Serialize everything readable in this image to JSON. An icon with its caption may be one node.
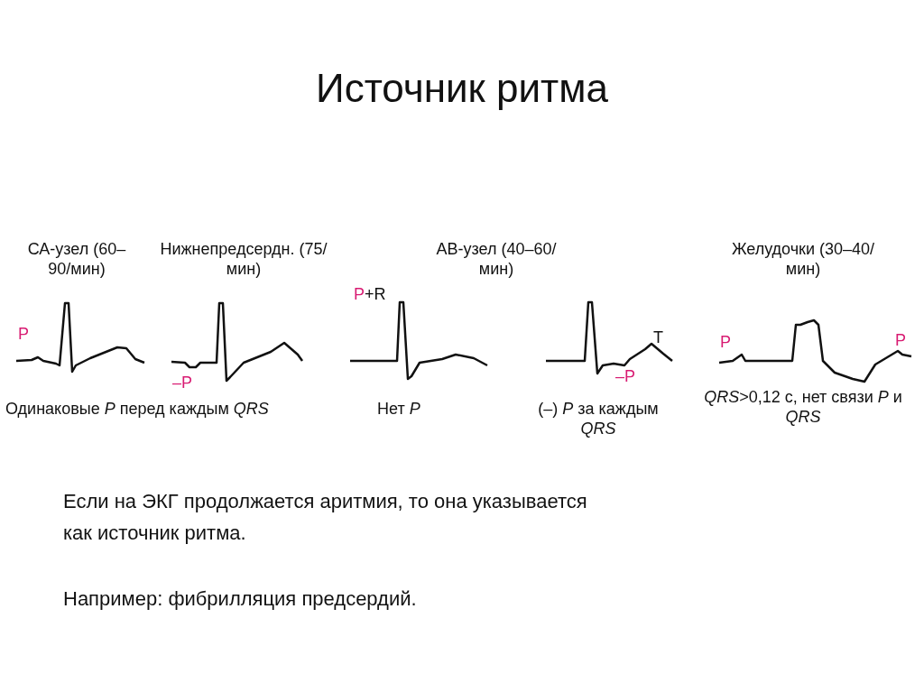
{
  "diagram": {
    "title": "Источник ритма",
    "labels": [
      "СА-узел (60–90/мин)",
      "Нижнепредсердн. (75/мин)",
      "АВ-узел (40–60/мин)",
      "Желудочки (30–40/мин)",
      "P",
      "P",
      "+R",
      "T",
      "P",
      "P",
      "–P",
      "–P",
      "Одинаковые *P* перед каждым *QRS*",
      "Нет *P*",
      "(–) *P* за каждым *QRS*",
      "*QRS*>0,12 с, нет связи *P* и *QRS*",
      "Если на ЭКГ продолжается аритмия, то она указывается как источник ритма.",
      "Например: фибрилляция предсердий."
    ]
  }
}
